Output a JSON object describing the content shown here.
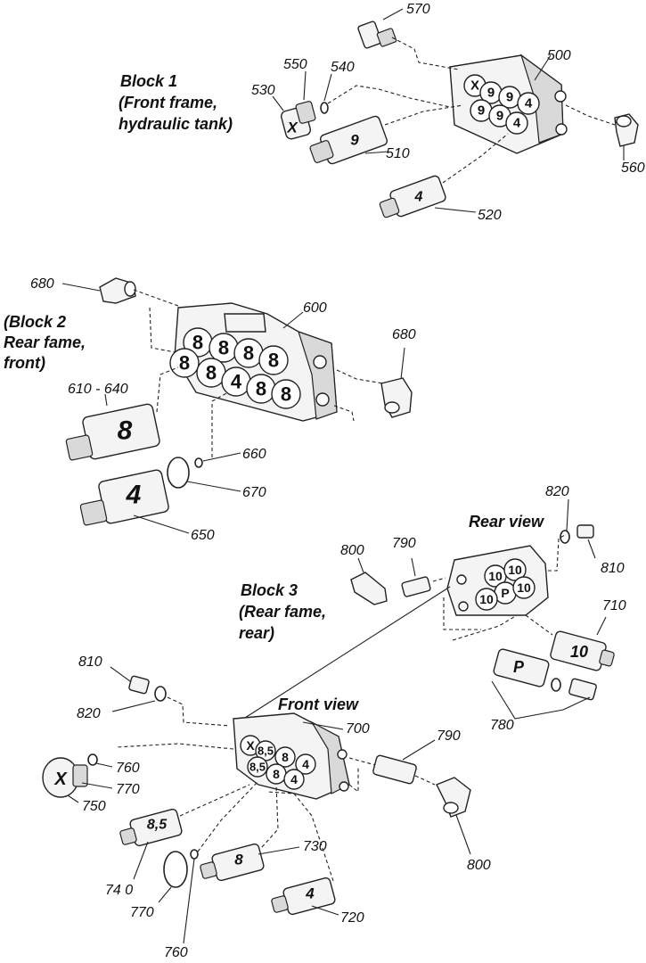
{
  "block1": {
    "title": [
      "Block 1",
      "(Front frame,",
      "hydraulic tank)"
    ],
    "callouts": {
      "c570": "570",
      "c500": "500",
      "c550": "550",
      "c540": "540",
      "c530": "530",
      "c510": "510",
      "c520": "520",
      "c560": "560"
    },
    "ports": [
      "X",
      "9",
      "9",
      "4",
      "9",
      "9",
      "4"
    ],
    "cart510": "9",
    "cart520": "4",
    "plug530": "X"
  },
  "block2": {
    "title": [
      "(Block 2",
      "Rear fame,",
      "front)"
    ],
    "callouts": {
      "c680a": "680",
      "c600": "600",
      "c680b": "680",
      "c610": "610 - 640",
      "c660": "660",
      "c670": "670",
      "c650": "650"
    },
    "ports": [
      "8",
      "8",
      "8",
      "8",
      "8",
      "8",
      "4",
      "8",
      "8"
    ],
    "cart610": "8",
    "cart650": "4"
  },
  "block3": {
    "title": [
      "Block 3",
      "(Rear fame,",
      "rear)"
    ],
    "rear_view": "Rear view",
    "front_view": "Front view",
    "callouts": {
      "c820a": "820",
      "c800a": "800",
      "c790a": "790",
      "c810a": "810",
      "c710": "710",
      "c780": "780",
      "c810b": "810",
      "c820b": "820",
      "c700": "700",
      "c790b": "790",
      "c760a": "760",
      "c770a": "770",
      "c750": "750",
      "c800b": "800",
      "c740": "74 0",
      "c770b": "770",
      "c760b": "760",
      "c730": "730",
      "c720": "720"
    },
    "rear_ports": [
      "10",
      "10",
      "P",
      "10",
      "10"
    ],
    "front_ports": [
      "X",
      "8,5",
      "8",
      "4",
      "8,5",
      "8",
      "4"
    ],
    "cart710": "10",
    "cartP": "P",
    "cart740": "8,5",
    "cart730": "8",
    "cart720": "4",
    "plug750": "X"
  }
}
